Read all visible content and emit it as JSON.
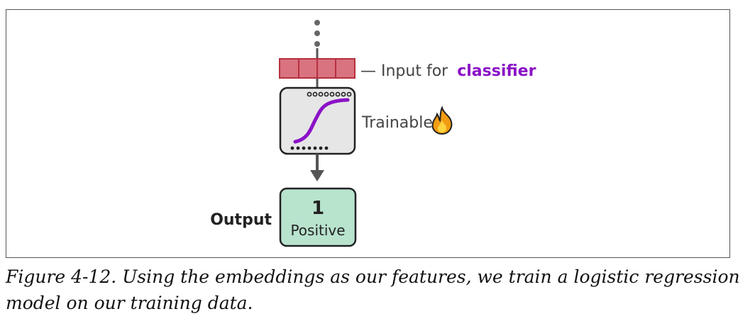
{
  "diagram": {
    "input_label_prefix": "— Input for",
    "input_label_highlight": "classifier",
    "trainable_label": "Trainable",
    "trainable_icon": "fire-icon",
    "output_side_label": "Output",
    "output_value": "1",
    "output_class": "Positive",
    "colors": {
      "embedding_fill": "#d9737f",
      "embedding_stroke": "#b5303f",
      "classifier_accent": "#8b12c7",
      "model_box_fill": "#e6e6e6",
      "output_fill": "#b8e3cd",
      "arrow": "#555555",
      "fire_outer": "#f39c12",
      "fire_inner": "#ffd23f"
    }
  },
  "caption": {
    "text": "Figure 4-12. Using the embeddings as our features, we train a logistic regression model on our training data."
  }
}
